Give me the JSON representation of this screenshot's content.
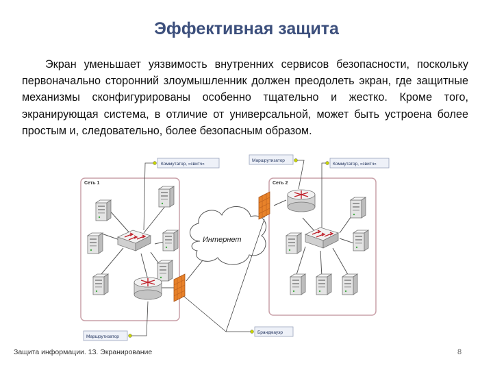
{
  "slide": {
    "title": "Эффективная защита",
    "paragraph": "Экран уменьшает уязвимость внутренних сервисов безопасности, поскольку первоначально сторонний злоумышленник должен преодолеть экран, где защитные механизмы сконфигурированы особенно тщательно и жестко. Кроме того, экранирующая система, в отличие от универсальной, может быть устроена более простым и, следовательно, более безопасным образом.",
    "footer_left": "Защита информации. 13. Экранирование",
    "page_number": "8"
  },
  "diagram": {
    "network1_label": "Сеть 1",
    "network2_label": "Сеть 2",
    "cloud_label": "Интернет",
    "callouts": {
      "switch_1": "Коммутатор, «свитч»",
      "router_top": "Маршрутизатор",
      "switch_2": "Коммутатор, «свитч»",
      "router_bottom": "Маршрутизатор",
      "firewall": "Брандмауэр"
    },
    "colors": {
      "title": "#3c4f7c",
      "network_frame": "#c9a0a8",
      "callout_fill": "#eef1f8",
      "firewall": "#e8822a",
      "connector": "#444444"
    },
    "icons": [
      "server-icon",
      "switch-icon",
      "router-icon",
      "firewall-icon",
      "cloud-icon"
    ]
  }
}
